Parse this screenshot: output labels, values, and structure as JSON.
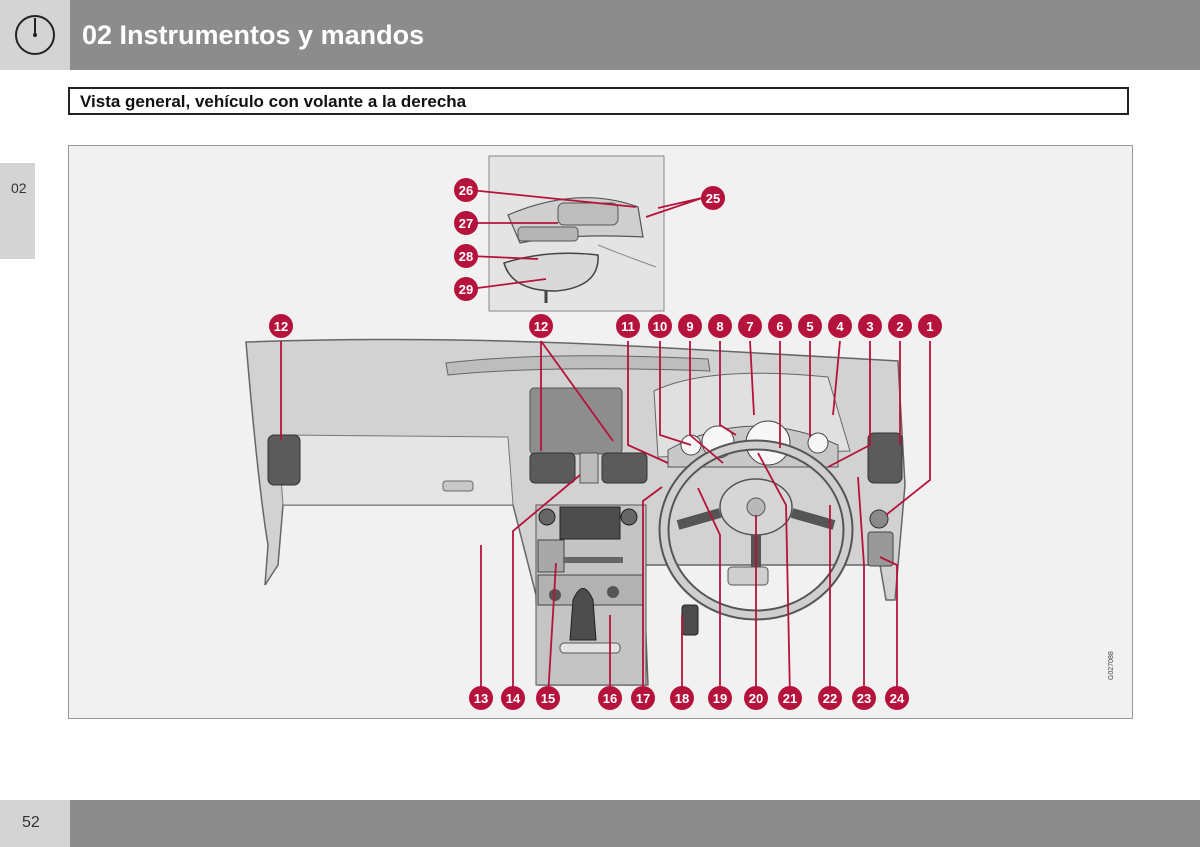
{
  "header": {
    "chapter_title": "02 Instrumentos y mandos",
    "icon": "gauge-icon"
  },
  "side_tab": {
    "label": "02"
  },
  "section": {
    "title": "Vista general, vehículo con volante a la derecha"
  },
  "figure": {
    "code": "G027088",
    "callouts": [
      "1",
      "2",
      "3",
      "4",
      "5",
      "6",
      "7",
      "8",
      "9",
      "10",
      "11",
      "12",
      "12",
      "13",
      "14",
      "15",
      "16",
      "17",
      "18",
      "19",
      "20",
      "21",
      "22",
      "23",
      "24",
      "25",
      "26",
      "27",
      "28",
      "29"
    ]
  },
  "footer": {
    "page_number": "52"
  },
  "colors": {
    "header_bar": "#8c8c8c",
    "header_light": "#d4d4d4",
    "callout": "#b5123c",
    "figure_bg": "#f1f1f1"
  }
}
